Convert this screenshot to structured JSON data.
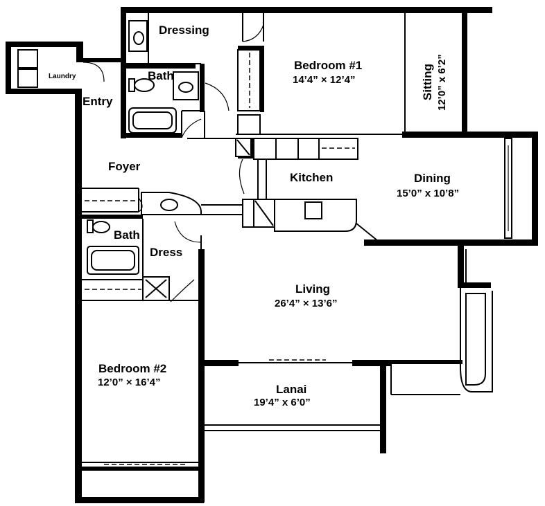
{
  "rooms": {
    "dressing": {
      "name": "Dressing"
    },
    "bedroom1": {
      "name": "Bedroom #1",
      "dims": "14’4” × 12’4”"
    },
    "sitting": {
      "name": "Sitting",
      "dims": "12’0” x 6’2”"
    },
    "laundry": {
      "name": "Laundry"
    },
    "entry": {
      "name": "Entry"
    },
    "bath1": {
      "name": "Bath"
    },
    "foyer": {
      "name": "Foyer"
    },
    "kitchen": {
      "name": "Kitchen"
    },
    "dining": {
      "name": "Dining",
      "dims": "15’0” x 10’8”"
    },
    "bath2": {
      "name": "Bath"
    },
    "dress": {
      "name": "Dress"
    },
    "living": {
      "name": "Living",
      "dims": "26’4” × 13’6”"
    },
    "bedroom2": {
      "name": "Bedroom #2",
      "dims": "12’0” × 16’4”"
    },
    "lanai": {
      "name": "Lanai",
      "dims": "19’4” x 6’0”"
    }
  }
}
